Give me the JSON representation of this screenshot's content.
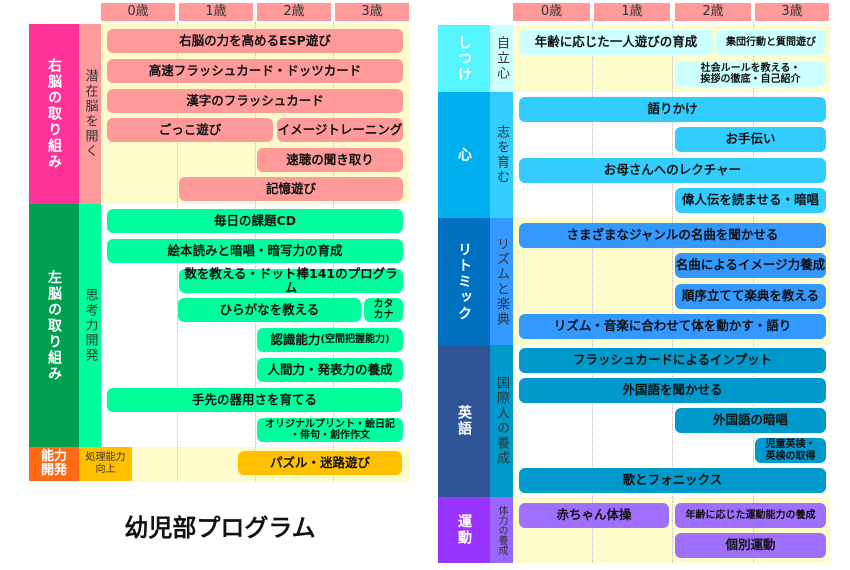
{
  "title": "幼児部プログラム",
  "ages": [
    "0歳",
    "1歳",
    "2歳",
    "3歳"
  ],
  "left": {
    "right_brain": {
      "label": "右脳の取り組み",
      "sub": "潜在脳を開く",
      "color": "#ff3399",
      "items": [
        "右脳の力を高めるESP遊び",
        "高速フラッシュカード・ドッツカード",
        "漢字のフラッシュカード",
        "ごっこ遊び",
        "イメージトレーニング",
        "速聴の聞き取り",
        "記憶遊び"
      ]
    },
    "left_brain": {
      "label": "左脳の取り組み",
      "sub": "思考力開発",
      "color": "#00a050",
      "items": [
        "毎日の課題CD",
        "絵本読みと暗唱・暗写力の育成",
        "数を教える・ドット棒141のプログラム",
        "ひらがなを教える",
        "カタカナ",
        "認識能力",
        "(空間把握能力)",
        "人間力・発表力の養成",
        "手先の器用さを育てる",
        "オリジナルプリント・絵日記",
        "・俳句・創作作文"
      ]
    },
    "ability": {
      "label": "能力開発",
      "sub": "処理能力向上",
      "color": "#ff6a14",
      "items": [
        "パズル・迷路遊び"
      ]
    }
  },
  "right": {
    "discipline": {
      "label": "しつけ",
      "sub": "自立心",
      "color": "#55f5ff",
      "items": [
        "年齢に応じた一人遊びの育成",
        "集団行動と質問遊び",
        "社会ルールを教える・",
        "挨拶の徹底・自己紹介"
      ]
    },
    "heart": {
      "label": "心",
      "sub": "志を育む",
      "color": "#00b0f0",
      "items": [
        "語りかけ",
        "お手伝い",
        "お母さんへのレクチャー",
        "偉人伝を読ませる・暗唱"
      ]
    },
    "rhythmic": {
      "label": "リトミック",
      "sub": "リズムと楽典",
      "color": "#0070c0",
      "items": [
        "さまざまなジャンルの名曲を聞かせる",
        "名曲によるイメージ力養成",
        "順序立てて楽典を教える",
        "リズム・音楽に合わせて体を動かす・語り"
      ]
    },
    "english": {
      "label": "英語",
      "sub": "国際人の養成",
      "color": "#2f5597",
      "items": [
        "フラッシュカードによるインプット",
        "外国語を聞かせる",
        "外国語の暗唱",
        "児童英検・",
        "英検の取得",
        "歌とフォニックス"
      ]
    },
    "exercise": {
      "label": "運動",
      "sub": "体力の養成",
      "color": "#9933ff",
      "items": [
        "赤ちゃん体操",
        "年齢に応じた運動能力の養成",
        "個別運動"
      ]
    }
  }
}
